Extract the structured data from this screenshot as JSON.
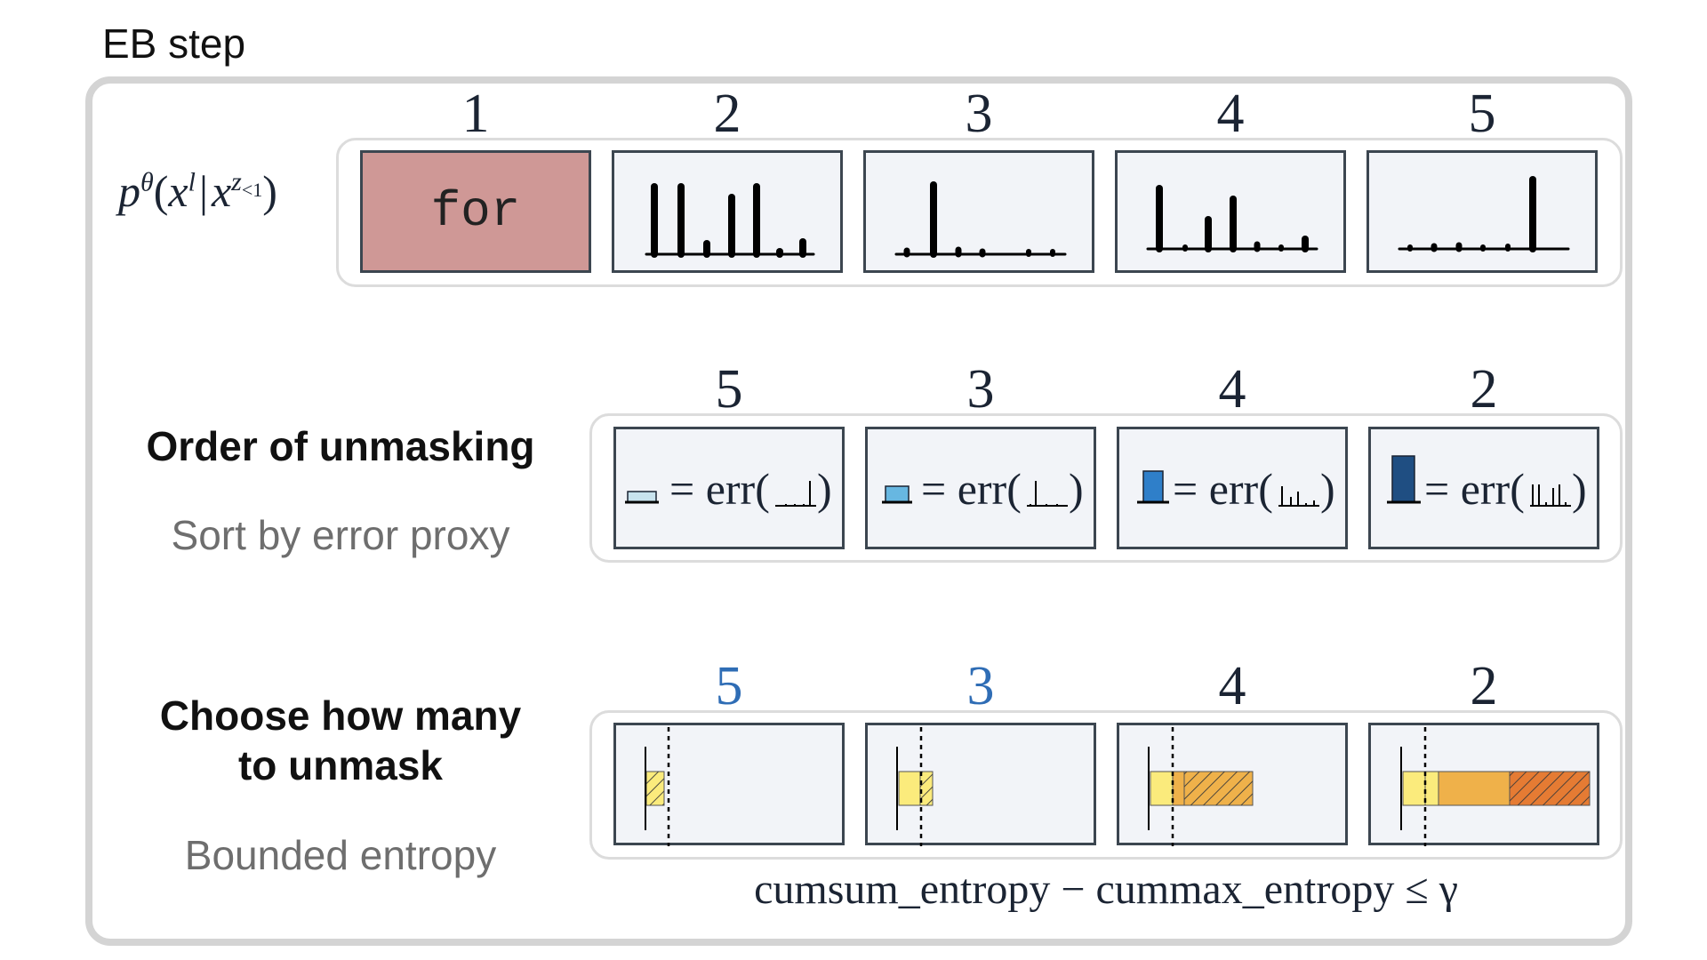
{
  "header": {
    "title": "EB step"
  },
  "row1": {
    "formula": {
      "p": "p",
      "theta": "θ",
      "open": "(",
      "x": "x",
      "l": "l",
      "bar": "|",
      "x2": "x",
      "z": "z",
      "lt1": "<1",
      "close": ")"
    },
    "columns": [
      "1",
      "2",
      "3",
      "4",
      "5"
    ],
    "token": "for"
  },
  "row2": {
    "title": "Order of unmasking",
    "subtitle": "Sort by error proxy",
    "columns": [
      "5",
      "3",
      "4",
      "2"
    ],
    "err_text": "= err(",
    "err_close": ")",
    "proxy_colors": [
      "#c8e3ee",
      "#67b7e1",
      "#2f7fc9",
      "#1f4e82"
    ]
  },
  "row3": {
    "title_line1": "Choose how many",
    "title_line2": "to unmask",
    "subtitle": "Bounded entropy",
    "columns": [
      "5",
      "3",
      "4",
      "2"
    ],
    "column_colors": [
      "#2f6db5",
      "#2f6db5",
      "#1b2433",
      "#1b2433"
    ],
    "formula": "cumsum_entropy − cummax_entropy ≤ γ",
    "bar_colors": [
      "#fbeb7c",
      "#efb14a",
      "#e57b33"
    ]
  }
}
